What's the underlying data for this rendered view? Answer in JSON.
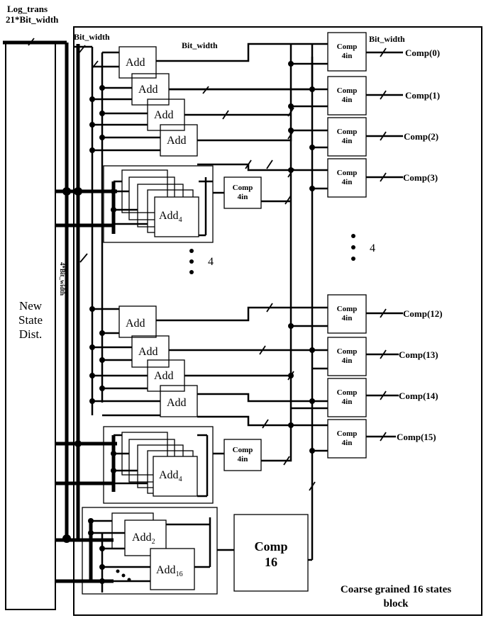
{
  "inputs": {
    "log_trans": "Log_trans",
    "log_trans_width": "21*Bit_width",
    "bit_width": "Bit_width",
    "rotated_width": "4*Bit_width"
  },
  "new_state": {
    "line1": "New",
    "line2": "State",
    "line3": "Dist."
  },
  "adders": {
    "add": "Add",
    "add4": "Add",
    "add4_sub": "4",
    "add2": "Add",
    "add2_sub": "2",
    "add16": "Add",
    "add16_sub": "16"
  },
  "comparators": {
    "comp4_line1": "Comp",
    "comp4_line2": "4in",
    "comp16_line1": "Comp",
    "comp16_line2": "16"
  },
  "outputs": [
    "Comp(0)",
    "Comp(1)",
    "Comp(2)",
    "Comp(3)",
    "Comp(12)",
    "Comp(13)",
    "Comp(14)",
    "Comp(15)"
  ],
  "repeat_count": "4",
  "block_label_line1": "Coarse grained 16 states",
  "block_label_line2": "block"
}
